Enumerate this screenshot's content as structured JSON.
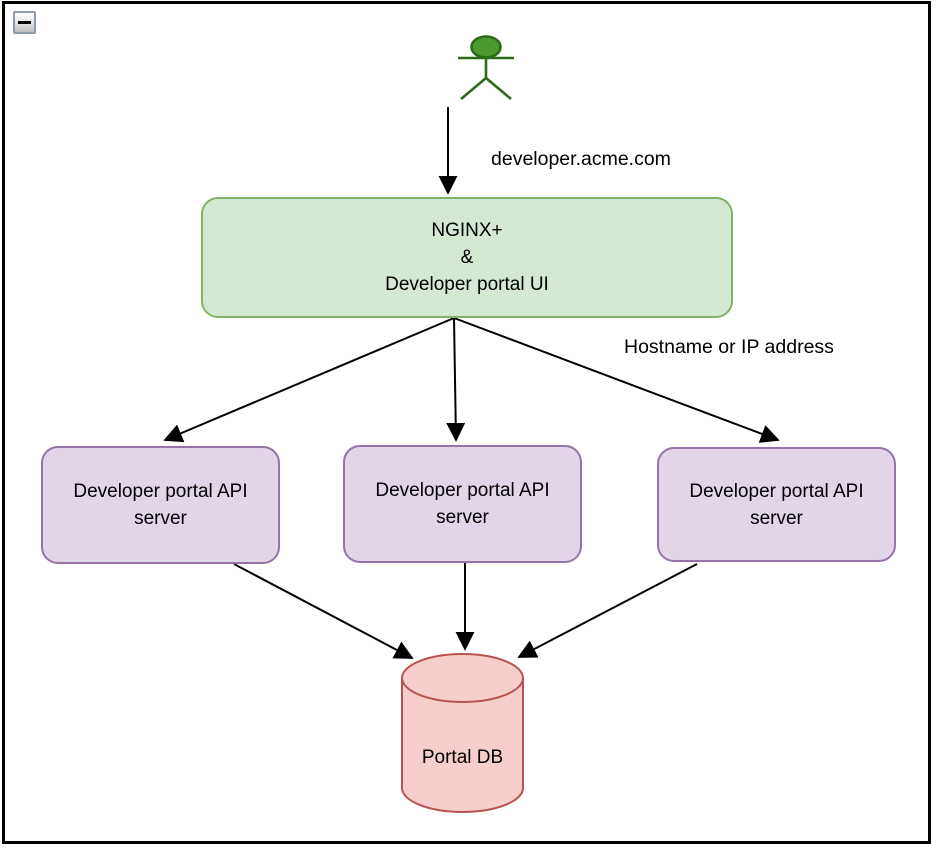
{
  "window": {
    "collapse_icon": "minus-icon"
  },
  "diagram": {
    "actor": {
      "name": "user",
      "fill": "#4c9b2f",
      "stroke": "#2d6a1a"
    },
    "edge_labels": {
      "request_url": "developer.acme.com",
      "routing": "Hostname or IP address"
    },
    "nodes": {
      "gateway": {
        "line1": "NGINX+",
        "line2": "&",
        "line3": "Developer portal UI",
        "fill": "#d5e8d4",
        "stroke": "#82b366"
      },
      "api_servers": [
        {
          "line1": "Developer portal API",
          "line2": "server"
        },
        {
          "line1": "Developer portal API",
          "line2": "server"
        },
        {
          "line1": "Developer portal API",
          "line2": "server"
        }
      ],
      "api_server_fill": "#e1d5e7",
      "api_server_stroke": "#9673a6",
      "database": {
        "label": "Portal DB",
        "fill": "#f8cecc",
        "stroke": "#b85450"
      }
    },
    "connector_color": "#000000"
  }
}
